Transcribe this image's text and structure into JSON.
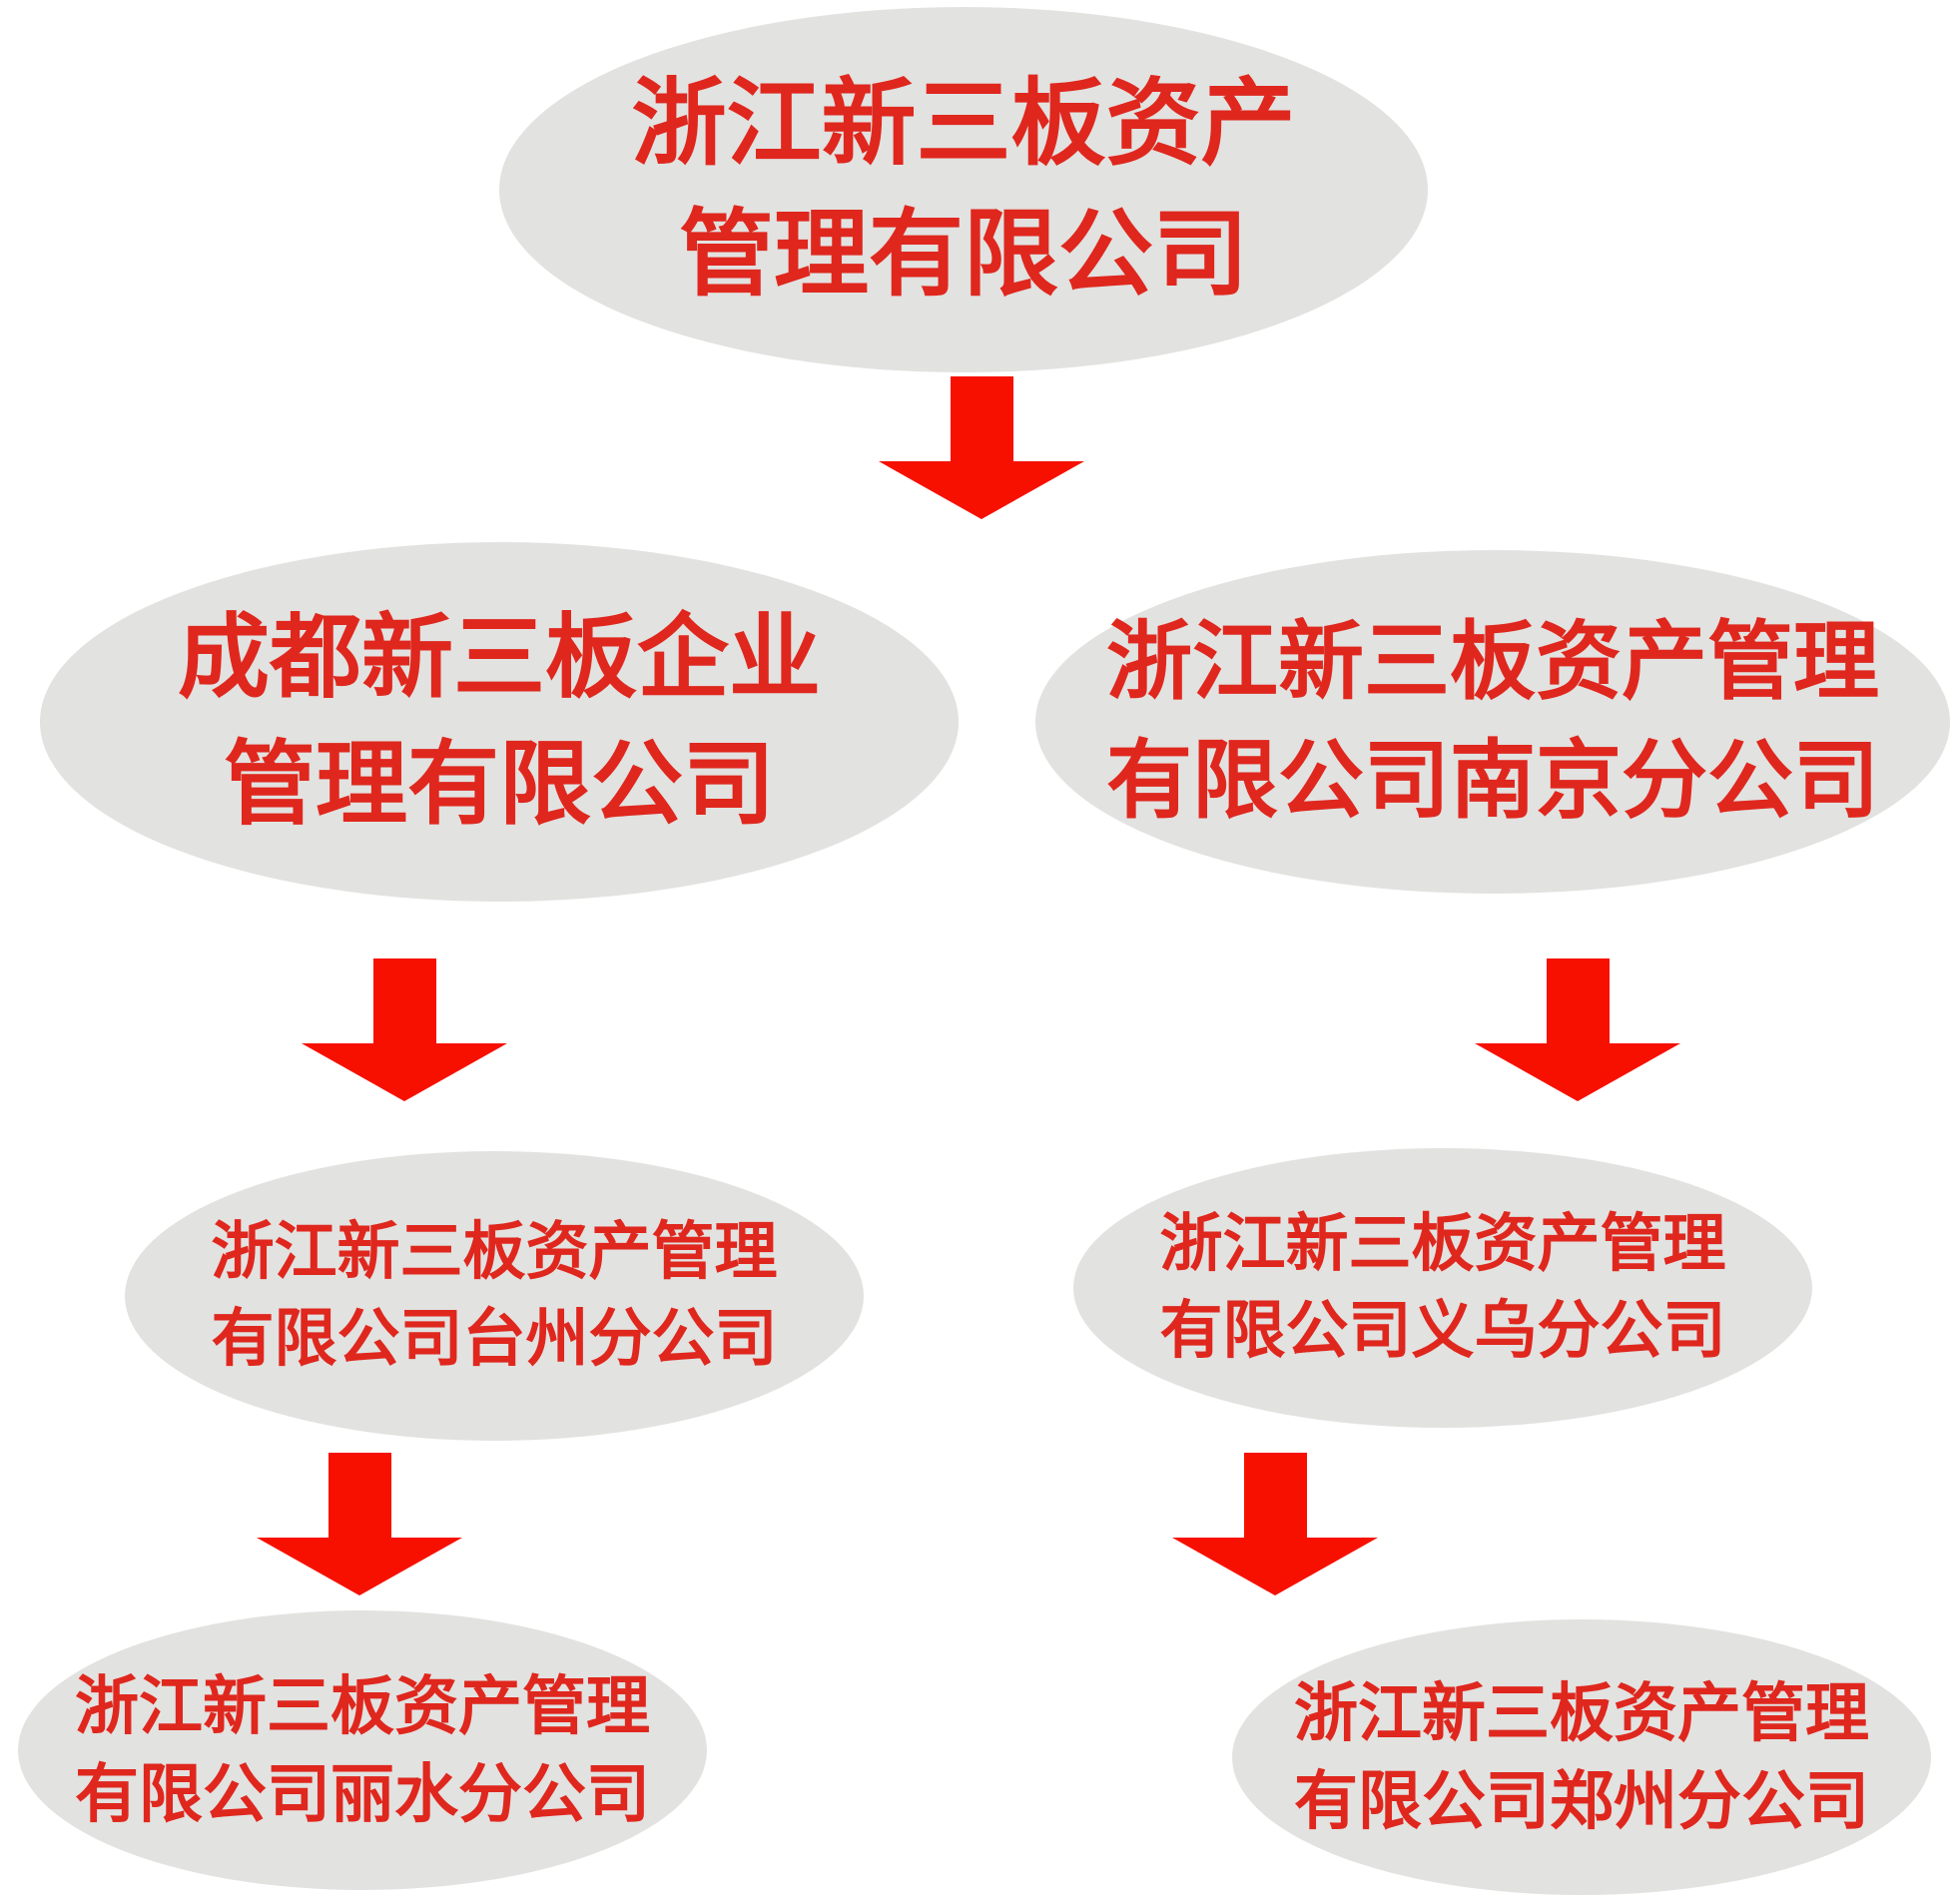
{
  "colors": {
    "ellipse_fill": "#E2E2E0",
    "text_red": "#DF271E",
    "arrow_red": "#F71000"
  },
  "nodes": {
    "root": {
      "line1": "浙江新三板资产",
      "line2": "管理有限公司"
    },
    "chengdu": {
      "line1": "成都新三板企业",
      "line2": "管理有限公司"
    },
    "nanjing": {
      "line1": "浙江新三板资产管理",
      "line2": "有限公司南京分公司"
    },
    "taizhou": {
      "line1": "浙江新三板资产管理",
      "line2": "有限公司台州分公司"
    },
    "yiwu": {
      "line1": "浙江新三板资产管理",
      "line2": "有限公司义乌分公司"
    },
    "lishui": {
      "line1": "浙江新三板资产管理",
      "line2": "有限公司丽水分公司"
    },
    "zhengzhou": {
      "line1": "浙江新三板资产管理",
      "line2": "有限公司郑州分公司"
    }
  }
}
